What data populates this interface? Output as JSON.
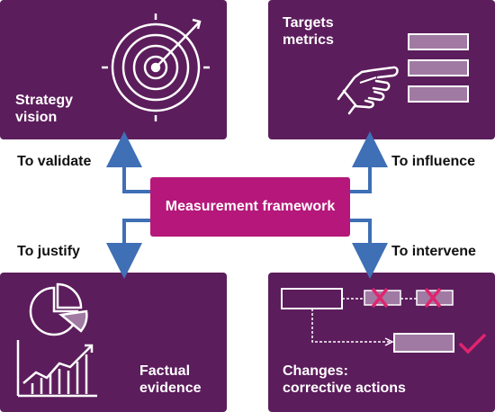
{
  "panels": {
    "top_left": {
      "line1": "Strategy",
      "line2": "vision",
      "icon": "target-icon"
    },
    "top_right": {
      "line1": "Targets",
      "line2": "metrics",
      "icon": "pointing-hand-list-icon"
    },
    "bottom_left": {
      "line1": "Factual",
      "line2": "evidence",
      "icon": "pie-and-growth-chart-icon"
    },
    "bottom_right": {
      "line1": "Changes:",
      "line2": "corrective actions",
      "icon": "process-flow-icon"
    }
  },
  "center": {
    "label": "Measurement framework"
  },
  "labels": {
    "validate": "To validate",
    "influence": "To influence",
    "justify": "To justify",
    "intervene": "To intervene"
  },
  "colors": {
    "panel": "#5c1d5c",
    "center": "#b5177a",
    "connector": "#3f6fb5",
    "cross": "#e0246e",
    "check": "#e0246e",
    "icon_fill": "#a07aa3"
  }
}
